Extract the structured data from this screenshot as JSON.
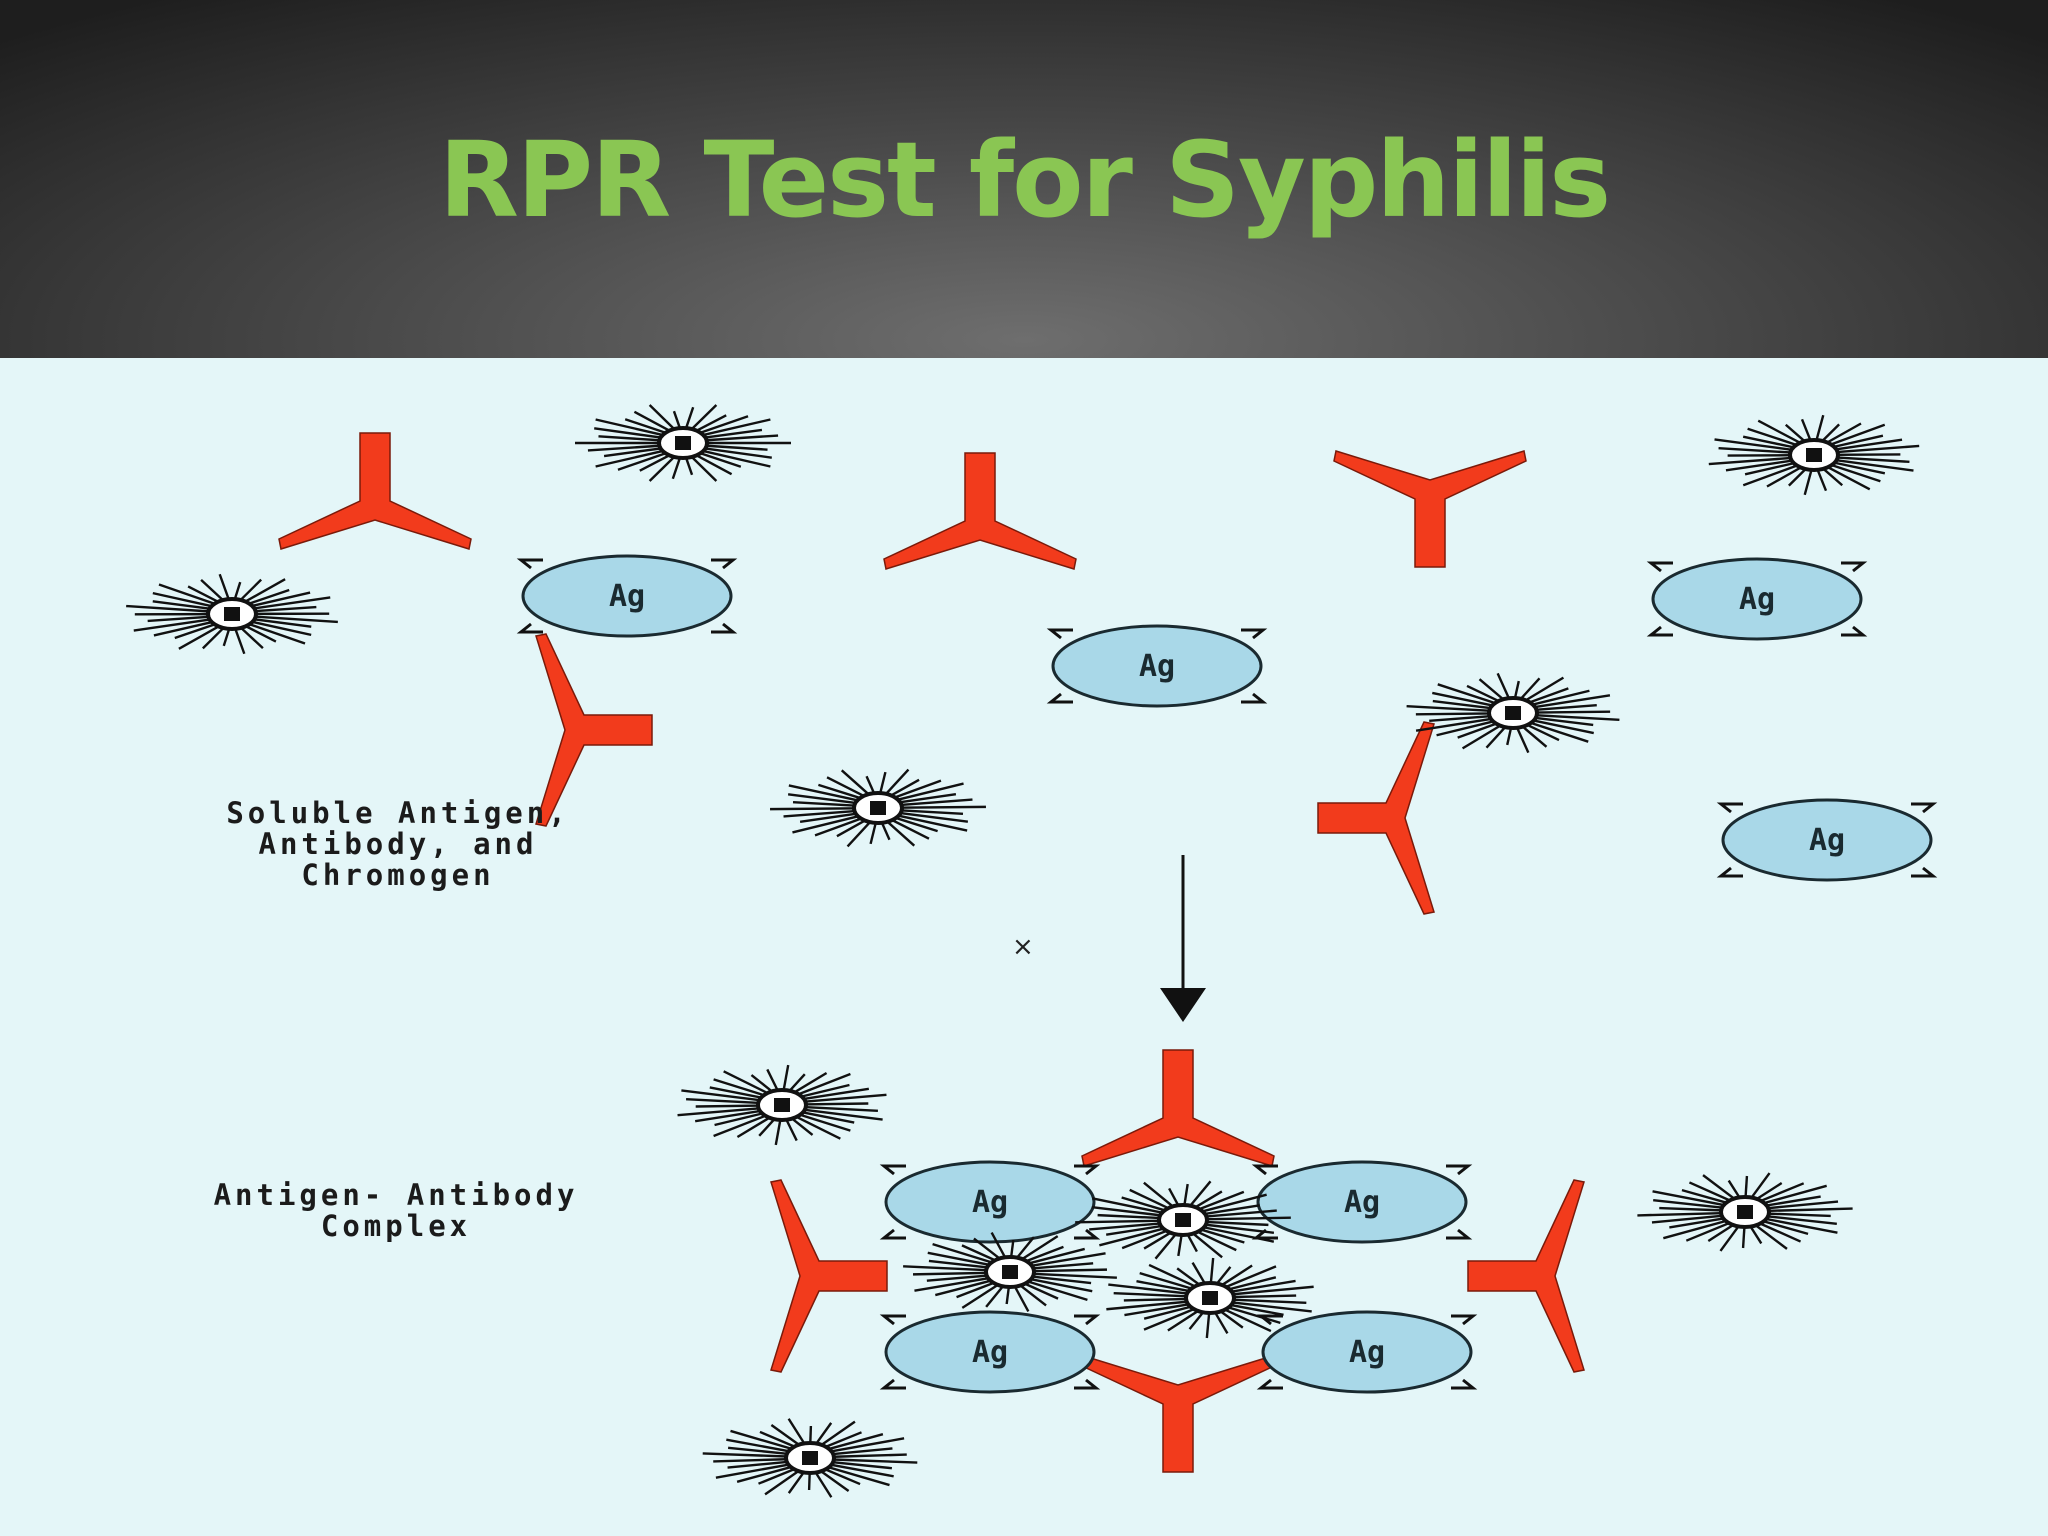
{
  "slide": {
    "title": "RPR Test for Syphilis",
    "colors": {
      "title": "#8ac653",
      "antibody": "#f23b1c",
      "antigen_fill": "#a9d8e8",
      "chromogen": "#111111",
      "panel": "#e4f6f8"
    }
  },
  "diagram": {
    "antigen_label": "Ag",
    "caption_top": [
      "Soluble Antigen,",
      "Antibody, and",
      "Chromogen"
    ],
    "caption_bottom": [
      "Antigen- Antibody",
      "Complex"
    ],
    "stray_mark": "×"
  }
}
